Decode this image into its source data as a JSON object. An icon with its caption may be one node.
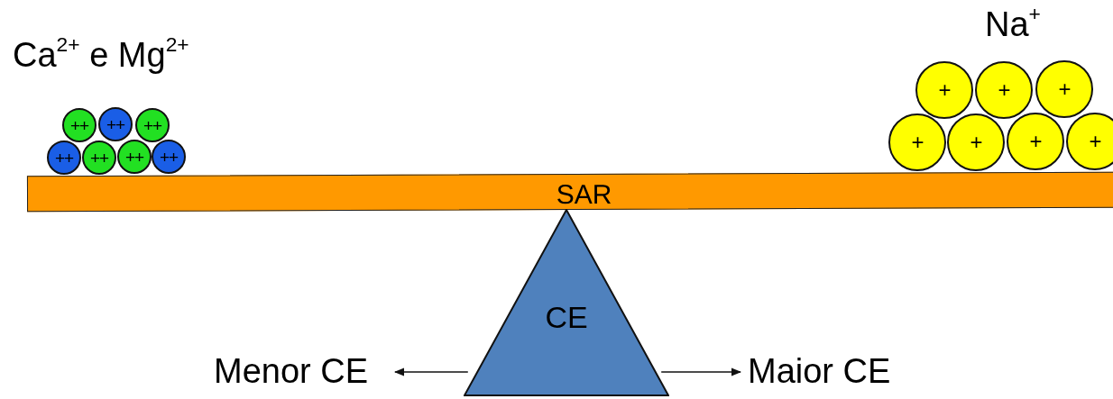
{
  "diagram": {
    "nodes": [
      {
        "text": [
          "++"
        ]
      },
      {
        "text": [
          "++"
        ]
      },
      {
        "text": [
          "++"
        ]
      },
      {
        "text": [
          "++"
        ]
      },
      {
        "text": [
          "++"
        ]
      },
      {
        "text": [
          "++"
        ]
      },
      {
        "text": [
          "++"
        ]
      },
      {
        "text": [
          "+"
        ]
      },
      {
        "text": [
          "+"
        ]
      },
      {
        "text": [
          "+"
        ]
      },
      {
        "text": [
          "+"
        ]
      },
      {
        "text": [
          "+"
        ]
      },
      {
        "text": [
          "+"
        ]
      },
      {
        "text": [
          "+"
        ]
      },
      {
        "text": [
          "SAR"
        ]
      },
      {
        "text": [
          "CE"
        ]
      },
      {
        "text": [
          "Menor CE"
        ]
      },
      {
        "text": [
          "Maior CE"
        ]
      }
    ],
    "edges": [
      {
        "from": 15,
        "to": 16,
        "arrow": "to"
      },
      {
        "from": 15,
        "to": 17,
        "arrow": "to"
      }
    ],
    "labels": [
      "Ca$^{2+}$ e Mg$^{2+}$",
      "Na$^{+}$"
    ]
  }
}
